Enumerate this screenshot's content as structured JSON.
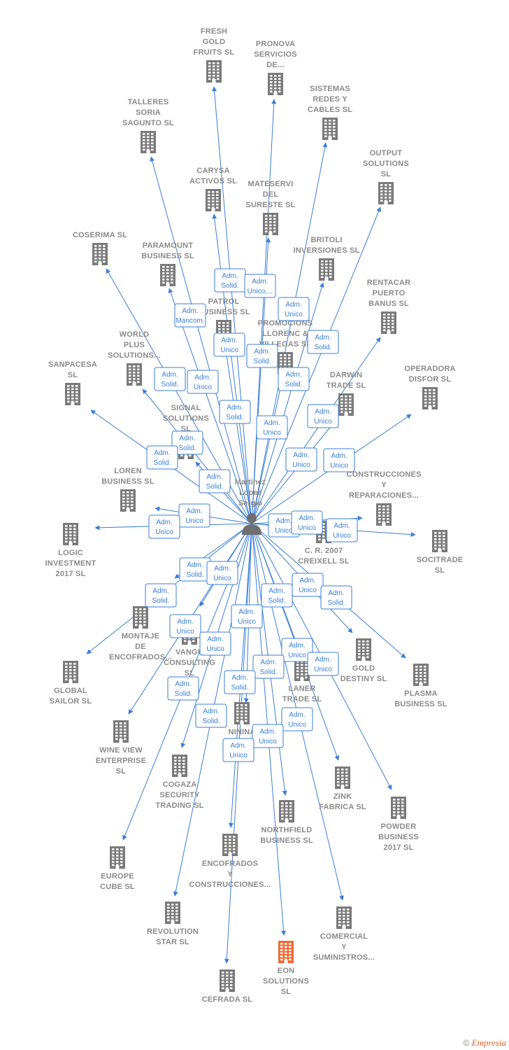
{
  "colors": {
    "edge": "#3b7dd8",
    "building": "#7a7a7a",
    "highlight": "#f06a35",
    "label": "#8a8a8a"
  },
  "center": {
    "lines": [
      "Martinez",
      "Lopez",
      "Sergio"
    ],
    "icon": "person-icon"
  },
  "nodes": [
    {
      "id": "fresh-gold",
      "lines": [
        "FRESH",
        "GOLD",
        "FRUITS  SL"
      ]
    },
    {
      "id": "pronova",
      "lines": [
        "PRONOVA",
        "SERVICIOS",
        "DE..."
      ]
    },
    {
      "id": "sistemas-redes",
      "lines": [
        "SISTEMAS",
        "REDES Y",
        "CABLES  SL"
      ]
    },
    {
      "id": "talleres-soria",
      "lines": [
        "TALLERES",
        "SORIA",
        "SAGUNTO  SL"
      ]
    },
    {
      "id": "output-solutions",
      "lines": [
        "OUTPUT",
        "SOLUTIONS",
        "SL"
      ]
    },
    {
      "id": "carysa",
      "lines": [
        "CARYSA",
        "ACTIVOS  SL"
      ]
    },
    {
      "id": "mateservi",
      "lines": [
        "MATESERVI",
        "DEL",
        "SURESTE  SL"
      ]
    },
    {
      "id": "coserima",
      "lines": [
        "COSERIMA  SL"
      ]
    },
    {
      "id": "paramount",
      "lines": [
        "PARAMOUNT",
        "BUSINESS SL"
      ]
    },
    {
      "id": "britoli",
      "lines": [
        "BRITOLI",
        "INVERSIONES SL"
      ]
    },
    {
      "id": "rentacar",
      "lines": [
        "RENTACAR",
        "PUERTO",
        "BANUS SL"
      ]
    },
    {
      "id": "patrol",
      "lines": [
        "PATROL",
        "BUSINESS  SL"
      ]
    },
    {
      "id": "promociones",
      "lines": [
        "PROMOCIONS",
        "LLORENC &",
        "VILLEGAS SL"
      ]
    },
    {
      "id": "world-plus",
      "lines": [
        "WORLD",
        "PLUS",
        "SOLUTIONS..."
      ]
    },
    {
      "id": "sanpacesa",
      "lines": [
        "SANPACESA",
        "SL"
      ]
    },
    {
      "id": "darwin",
      "lines": [
        "DARWIN",
        "TRADE  SL"
      ]
    },
    {
      "id": "operadora",
      "lines": [
        "OPERADORA",
        "DISFOR  SL"
      ]
    },
    {
      "id": "signal",
      "lines": [
        "SIGNAL",
        "SOLUTIONS",
        "SL"
      ]
    },
    {
      "id": "loren",
      "lines": [
        "LOREN",
        "BUSINESS  SL"
      ]
    },
    {
      "id": "construcciones-rep",
      "lines": [
        "CONSTRUCCIONES",
        "Y",
        "REPARACIONES..."
      ]
    },
    {
      "id": "logic",
      "lines": [
        "LOGIC",
        "INVESTMENT",
        "2017  SL"
      ]
    },
    {
      "id": "cr2007",
      "lines": [
        "C. R. 2007",
        "CREIXELL SL"
      ]
    },
    {
      "id": "socitrade",
      "lines": [
        "SOCITRADE",
        "SL"
      ]
    },
    {
      "id": "montaje",
      "lines": [
        "MONTAJE",
        "DE",
        "ENCOFRADOS..."
      ]
    },
    {
      "id": "vangu",
      "lines": [
        "VANGU",
        "CONSULTING",
        "SL"
      ]
    },
    {
      "id": "gold-destiny",
      "lines": [
        "GOLD",
        "DESTINY  SL"
      ]
    },
    {
      "id": "plasma",
      "lines": [
        "PLASMA",
        "BUSINESS  SL"
      ]
    },
    {
      "id": "global-sailor",
      "lines": [
        "GLOBAL",
        "SAILOR  SL"
      ]
    },
    {
      "id": "laner",
      "lines": [
        "LANER",
        "TRADE  SL"
      ]
    },
    {
      "id": "wine-view",
      "lines": [
        "WINE VIEW",
        "ENTERPRISE",
        "SL"
      ]
    },
    {
      "id": "ninina",
      "lines": [
        "NININA",
        "SL"
      ]
    },
    {
      "id": "cogaza",
      "lines": [
        "COGAZA",
        "SECURITY",
        "TRADING SL"
      ]
    },
    {
      "id": "zink",
      "lines": [
        "ZINK",
        "FABRICA SL"
      ]
    },
    {
      "id": "powder",
      "lines": [
        "POWDER",
        "BUSINESS",
        "2017  SL"
      ]
    },
    {
      "id": "northfield",
      "lines": [
        "NORTHFIELD",
        "BUSINESS  SL"
      ]
    },
    {
      "id": "europe-cube",
      "lines": [
        "EUROPE",
        "CUBE  SL"
      ]
    },
    {
      "id": "encofrados",
      "lines": [
        "ENCOFRADOS",
        "Y",
        "CONSTRUCCIONES..."
      ]
    },
    {
      "id": "revolution",
      "lines": [
        "REVOLUTION",
        "STAR  SL"
      ]
    },
    {
      "id": "comercial",
      "lines": [
        "COMERCIAL",
        "Y",
        "SUMINISTROS..."
      ]
    },
    {
      "id": "eon",
      "lines": [
        "EON",
        "SOLUTIONS",
        "SL"
      ]
    },
    {
      "id": "cefrada",
      "lines": [
        "CEFRADA SL"
      ]
    }
  ],
  "badges": [
    {
      "lines": [
        "Adm.",
        "Solid."
      ]
    },
    {
      "lines": [
        "Adm.",
        "Unico,..."
      ]
    },
    {
      "lines": [
        "Adm.",
        "Unico"
      ]
    },
    {
      "lines": [
        "Adm.",
        "Mancom."
      ]
    },
    {
      "lines": [
        "Adm.",
        "Unico"
      ]
    },
    {
      "lines": [
        "Adm.",
        "Solid."
      ]
    },
    {
      "lines": [
        "Adm.",
        "Solid."
      ]
    },
    {
      "lines": [
        "Adm.",
        "Solid."
      ]
    },
    {
      "lines": [
        "Adm.",
        "Unico"
      ]
    },
    {
      "lines": [
        "Adm.",
        "Solid."
      ]
    },
    {
      "lines": [
        "Adm.",
        "Solid."
      ]
    },
    {
      "lines": [
        "Adm.",
        "Unico"
      ]
    },
    {
      "lines": [
        "Adm.",
        "Unico"
      ]
    },
    {
      "lines": [
        "Adm.",
        "Solid."
      ]
    },
    {
      "lines": [
        "Adm.",
        "Solid."
      ]
    },
    {
      "lines": [
        "Adm.",
        "Unico"
      ]
    },
    {
      "lines": [
        "Adm.",
        "Unico"
      ]
    },
    {
      "lines": [
        "Adm.",
        "Solid."
      ]
    },
    {
      "lines": [
        "Adm.",
        "Unico"
      ]
    },
    {
      "lines": [
        "Adm.",
        "Unico"
      ]
    },
    {
      "lines": [
        "Adm.",
        "Unico"
      ]
    },
    {
      "lines": [
        "Adm.",
        "Unico"
      ]
    },
    {
      "lines": [
        "Adm.",
        "Unico"
      ]
    },
    {
      "lines": [
        "Adm.",
        "Solid."
      ]
    },
    {
      "lines": [
        "Adm.",
        "Unico"
      ]
    },
    {
      "lines": [
        "Adm.",
        "Solid."
      ]
    },
    {
      "lines": [
        "Adm.",
        "Solid."
      ]
    },
    {
      "lines": [
        "Adm.",
        "Unico"
      ]
    },
    {
      "lines": [
        "Adm.",
        "Solid."
      ]
    },
    {
      "lines": [
        "Adm.",
        "Unico"
      ]
    },
    {
      "lines": [
        "Adm.",
        "Unico"
      ]
    },
    {
      "lines": [
        "Adm.",
        "Unico"
      ]
    },
    {
      "lines": [
        "Adm.",
        "Unico"
      ]
    },
    {
      "lines": [
        "Adm.",
        "Solid."
      ]
    },
    {
      "lines": [
        "Adm.",
        "Unico"
      ]
    },
    {
      "lines": [
        "Adm.",
        "Solid."
      ]
    },
    {
      "lines": [
        "Adm.",
        "Solid."
      ]
    },
    {
      "lines": [
        "Adm.",
        "Solid."
      ]
    },
    {
      "lines": [
        "Adm.",
        "Unico"
      ]
    },
    {
      "lines": [
        "Adm.",
        "Unico"
      ]
    },
    {
      "lines": [
        "Adm.",
        "Unico"
      ]
    }
  ],
  "footer": {
    "copyright": "©",
    "brand": "Empresia"
  }
}
